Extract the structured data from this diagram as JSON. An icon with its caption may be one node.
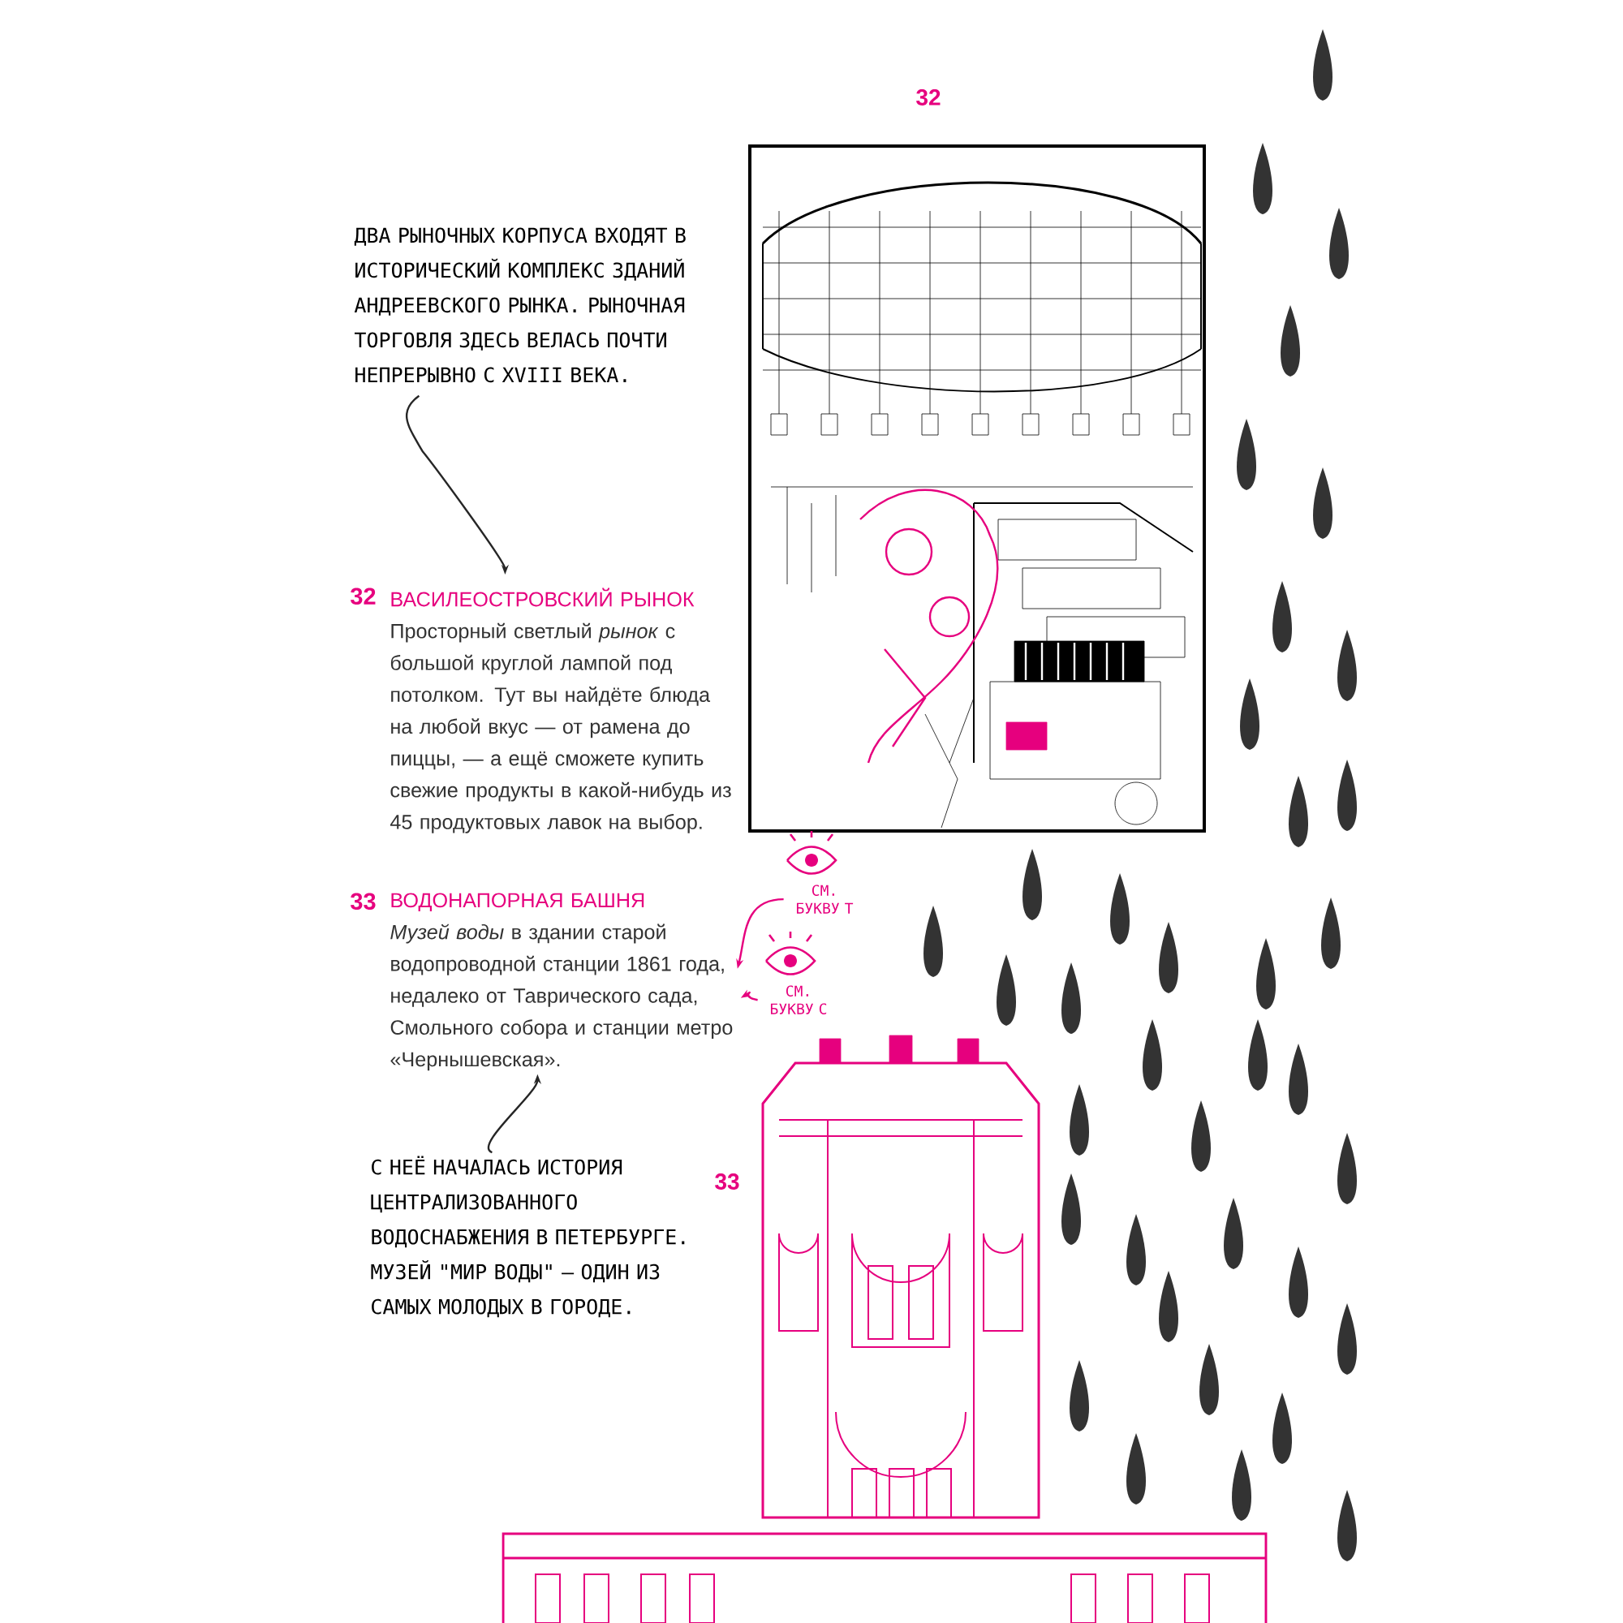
{
  "diagram": {
    "nodes": [
      {
        "text": [
          "ДВА РЫНОЧНЫХ КОРПУСА ВХОДЯТ В ИСТОРИЧЕСКИЙ КОМПЛЕКС ЗДАНИЙ АНДРЕЕВСКОГО РЫНКА. РЫНОЧНАЯ ТОРГОВЛЯ ЗДЕСЬ ВЕЛАСЬ ПОЧТИ НЕПРЕРЫВНО С XVIII ВЕКА."
        ]
      },
      {
        "text": [
          "ВАСИЛЕОСТРОВСКИЙ РЫНОК",
          "Просторный светлый *рынок* с большой круглой лампой под потолком. Тут вы найдёте блюда на любой вкус — от рамена до пиццы, — а ещё сможете купить свежие продукты в какой-нибудь из 45 продуктовых лавок на выбор."
        ],
        "beside": [
          "32"
        ]
      },
      {
        "text": [
          "ВОДОНАПОРНАЯ БАШНЯ",
          "*Музей воды* в здании старой водопроводной станции 1861 года, недалеко от Таврического сада, Смольного собора и станции метро «Чернышевская»."
        ],
        "beside": [
          "33"
        ]
      },
      {
        "text": [
          "С НЕЁ НАЧАЛАСЬ ИСТОРИЯ ЦЕНТРАЛИЗОВАННОГО ВОДОСНАБЖЕНИЯ В ПЕТЕРБУРГЕ. МУЗЕЙ \"МИР ВОДЫ\" — ОДИН ИЗ САМЫХ МОЛОДЫХ В ГОРОДЕ."
        ]
      },
      {
        "text": [
          "СМ. БУКВУ Т"
        ]
      },
      {
        "text": [
          "СМ. БУКВУ С"
        ]
      }
    ],
    "edges": [
      {
        "from": 0,
        "to": 1,
        "arrow": "to"
      },
      {
        "from": 3,
        "to": 2,
        "arrow": "to"
      },
      {
        "from": 4,
        "to": 2,
        "arrow": "to",
        "color": "#e6007e"
      },
      {
        "from": 5,
        "to": 2,
        "arrow": "to",
        "color": "#e6007e"
      }
    ],
    "labels": [
      "32",
      "33"
    ]
  }
}
